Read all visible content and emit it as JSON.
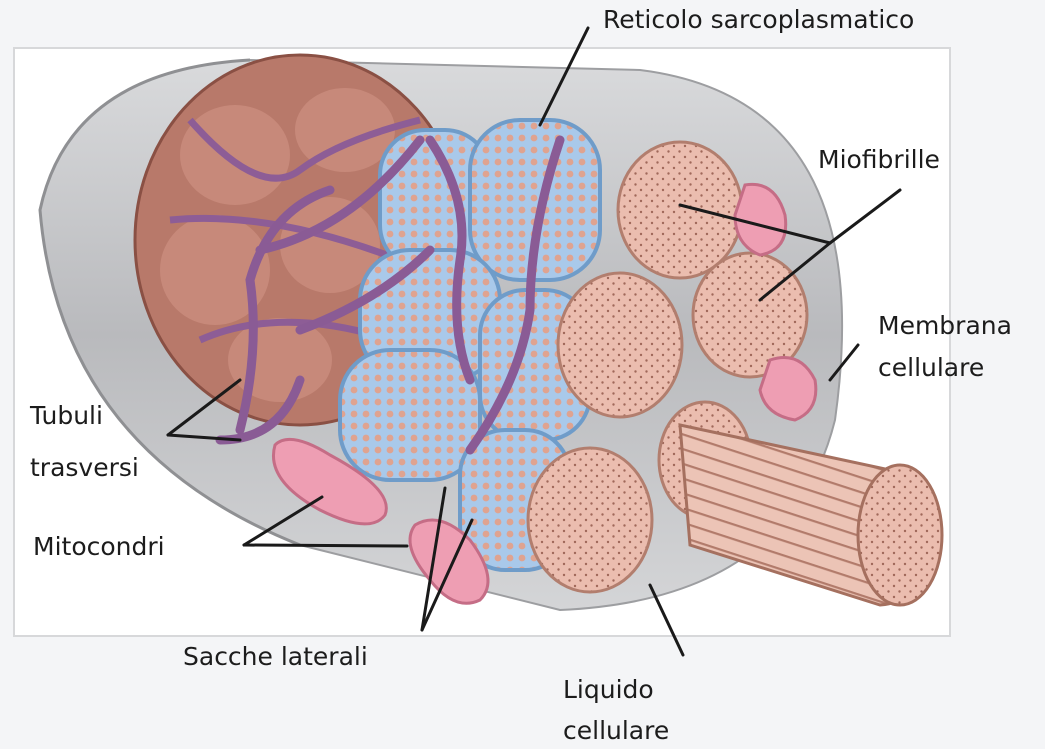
{
  "labels": {
    "reticolo": "Reticolo sarcoplasmatico",
    "miofibrille": "Miofibrille",
    "membrana_1": "Membrana",
    "membrana_2": "cellulare",
    "tubuli_1": "Tubuli",
    "tubuli_2": "trasversi",
    "mitocondri": "Mitocondri",
    "sacche": "Sacche laterali",
    "liquido_1": "Liquido",
    "liquido_2": "cellulare"
  },
  "colors": {
    "background": "#f4f5f7",
    "frame": "#ffffff",
    "sarcolemma": "#c6c7c9",
    "myofibril": "#e9b8a8",
    "reticulum": "#9fc3e6",
    "t_tubule": "#8e5c97",
    "mitochondria": "#ef9fb4",
    "cross_section": "#bd7f6d"
  }
}
